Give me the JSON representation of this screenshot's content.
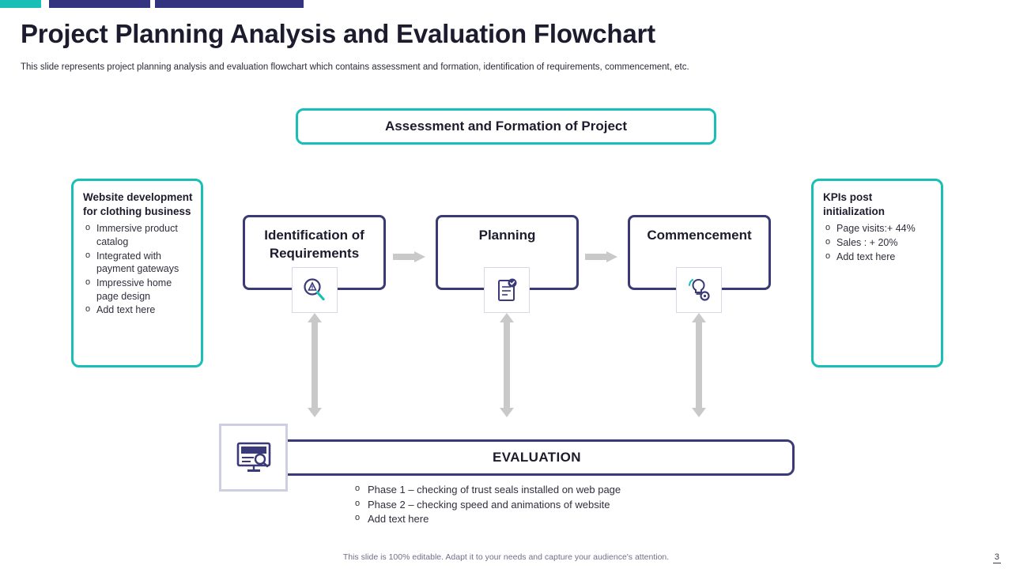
{
  "header": {
    "title": "Project Planning Analysis and Evaluation Flowchart",
    "subtitle": "This slide represents project planning analysis and evaluation flowchart which contains assessment and formation, identification of requirements, commencement, etc."
  },
  "banner": {
    "label": "Assessment and Formation of Project"
  },
  "left_panel": {
    "title": "Website development for clothing business",
    "items": [
      "Immersive product catalog",
      "Integrated with payment gateways",
      "Impressive home page design",
      "Add text here"
    ]
  },
  "right_panel": {
    "title": "KPIs post initialization",
    "items": [
      "Page visits:+ 44%",
      "Sales : + 20%",
      "Add text here"
    ]
  },
  "process": [
    {
      "label": "Identification of Requirements",
      "icon": "magnifier-alert-icon"
    },
    {
      "label": "Planning",
      "icon": "checklist-document-icon"
    },
    {
      "label": "Commencement",
      "icon": "lightbulb-gear-icon"
    }
  ],
  "evaluation": {
    "label": "EVALUATION",
    "icon": "monitor-search-icon",
    "items": [
      "Phase 1 – checking of trust seals installed on web page",
      "Phase 2 – checking speed and animations of website",
      "Add text here"
    ]
  },
  "footer": {
    "note": "This slide is 100% editable. Adapt it to your needs and capture your audience's attention.",
    "page_number": "3"
  },
  "colors": {
    "teal": "#17bfb6",
    "navy": "#3a3a78",
    "arrow_gray": "#c9c9c9",
    "text_dark": "#1c1c2e"
  }
}
